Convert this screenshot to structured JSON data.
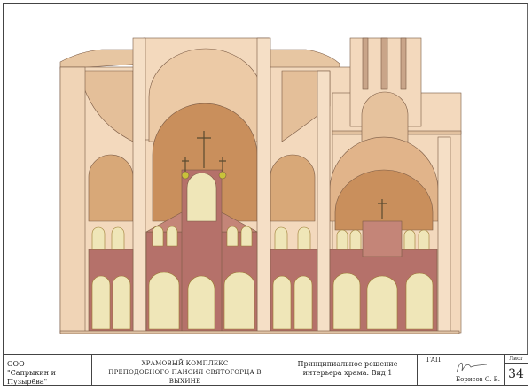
{
  "title_block": {
    "company_line1": "ООО",
    "company_line2": "\"Сапрыкин и Пузырёва\"",
    "project_line1": "ХРАМОВЫЙ КОМПЛЕКС",
    "project_line2": "ПРЕПОДОБНОГО ПАИСИЯ СВЯТОГОРЦА В ВЫХИНЕ",
    "sheet_title_line1": "Принципиальное решение",
    "sheet_title_line2": "интерьера храма. Вид 1",
    "role": "ГАП",
    "author": "Борисов С. В.",
    "sheet_label": "Лист",
    "sheet_number": "34"
  },
  "colors": {
    "wall": "#f3d9bd",
    "shadow": "#dcb48e",
    "apse": "#c98f5c",
    "iconostasis": "#b5716a",
    "panel": "#efe6b8",
    "gold": "#c9c23a"
  }
}
